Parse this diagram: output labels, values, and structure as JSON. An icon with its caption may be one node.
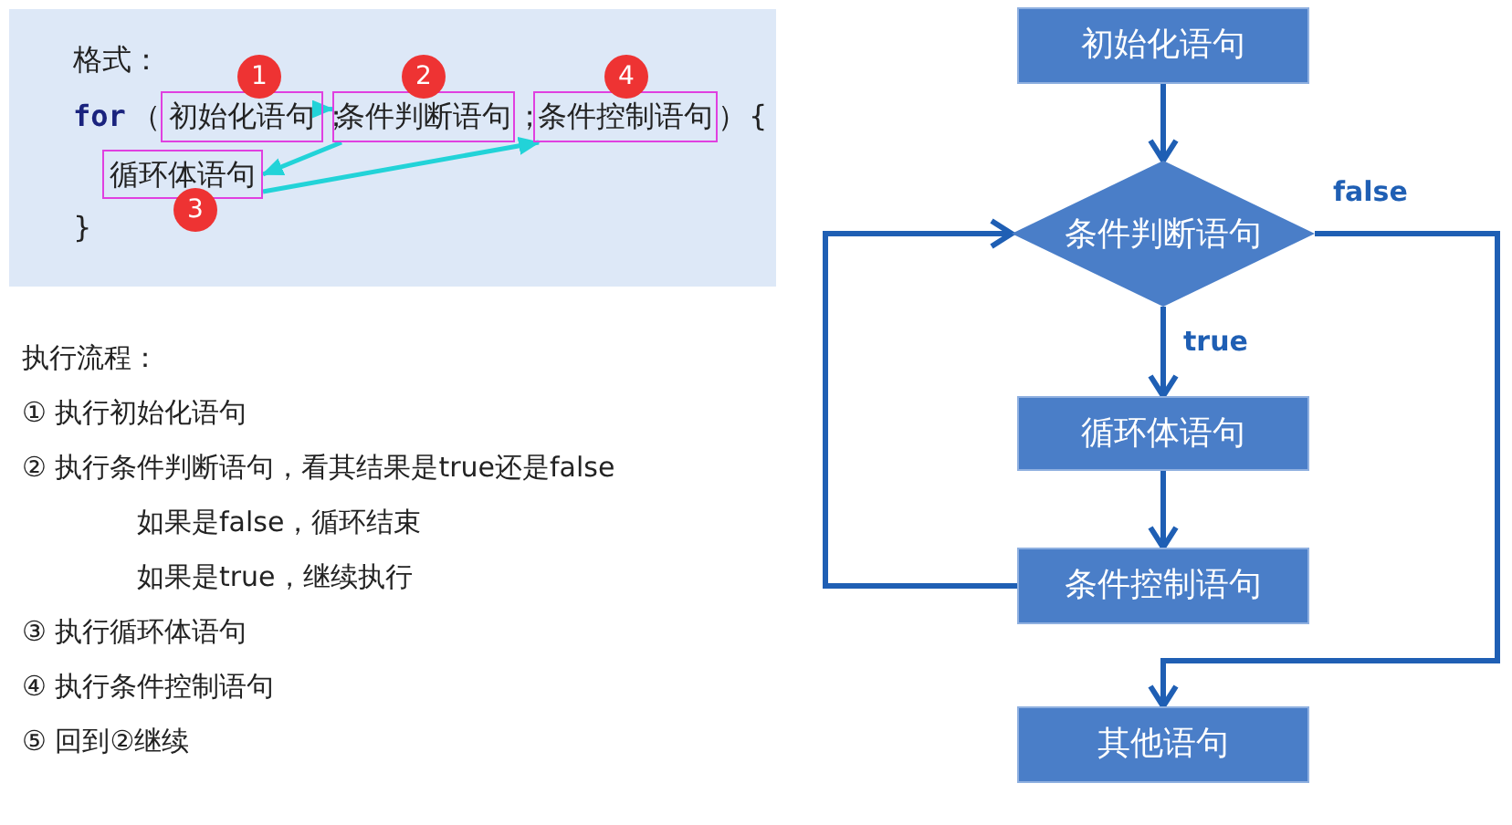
{
  "diagram": {
    "nodes": [
      {
        "text": [
          "格式："
        ]
      },
      {
        "text": [
          "初始化语句"
        ],
        "in": 0
      },
      {
        "text": [
          "条件判断语句"
        ],
        "in": 0
      },
      {
        "text": [
          "条件控制语句"
        ],
        "in": 0
      },
      {
        "text": [
          "循环体语句"
        ],
        "in": 0
      },
      {
        "text": [
          "1"
        ],
        "in": 0
      },
      {
        "text": [
          "2"
        ],
        "in": 0
      },
      {
        "text": [
          "4"
        ],
        "in": 0
      },
      {
        "text": [
          "3"
        ],
        "in": 0
      },
      {
        "text": [
          "初始化语句"
        ]
      },
      {
        "text": [
          "条件判断语句"
        ]
      },
      {
        "text": [
          "循环体语句"
        ]
      },
      {
        "text": [
          "条件控制语句"
        ]
      },
      {
        "text": [
          "其他语句"
        ]
      }
    ],
    "edges": [
      {
        "from": 1,
        "to": 2,
        "arrow": "to",
        "color": "#22d3d8"
      },
      {
        "from": 2,
        "to": 4,
        "arrow": "to",
        "color": "#22d3d8"
      },
      {
        "from": 4,
        "to": 3,
        "arrow": "to",
        "color": "#22d3d8"
      },
      {
        "from": 9,
        "to": 10,
        "arrow": "to"
      },
      {
        "from": 10,
        "to": 11,
        "arrow": "to",
        "label": "true"
      },
      {
        "from": 11,
        "to": 12,
        "arrow": "to"
      },
      {
        "from": 12,
        "to": 10,
        "arrow": "to"
      },
      {
        "from": 10,
        "to": 13,
        "arrow": "to",
        "label": "false"
      }
    ],
    "labels": [
      "for",
      "（",
      "；",
      "；",
      "）",
      "{",
      "}",
      "执行流程：",
      "① 执行初始化语句",
      "② 执行条件判断语句，看其结果是true还是false",
      "如果是false，循环结束",
      "如果是true，继续执行",
      "③ 执行循环体语句",
      "④ 执行条件控制语句",
      "⑤ 回到②继续"
    ]
  }
}
